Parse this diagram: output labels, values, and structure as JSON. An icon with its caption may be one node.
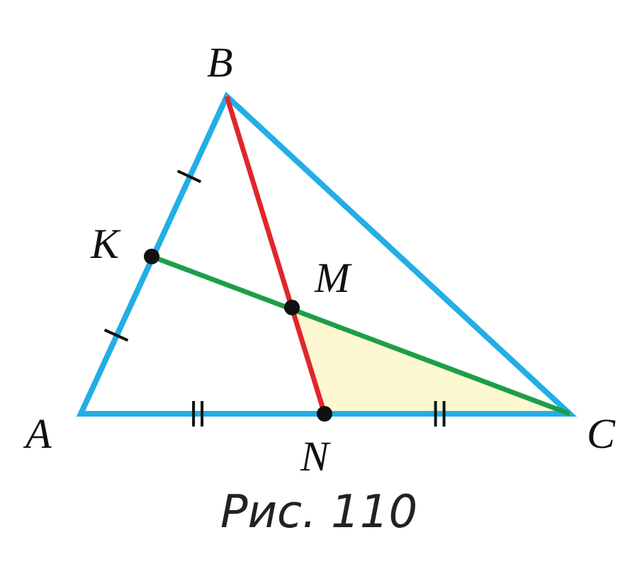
{
  "diagram": {
    "caption": "Рис. 110",
    "labels": [
      "B",
      "K",
      "M",
      "A",
      "N",
      "C"
    ]
  }
}
